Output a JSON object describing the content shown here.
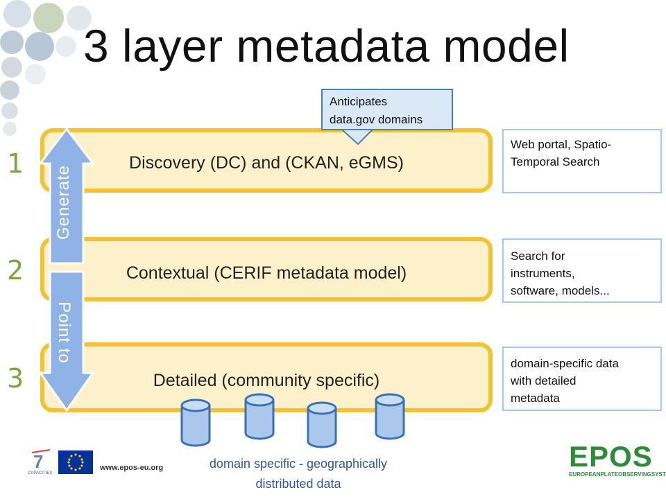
{
  "title": "3 layer metadata model",
  "layers": [
    {
      "number": "1",
      "label": "Discovery (DC) and (CKAN, eGMS)",
      "note": [
        "Web portal, Spatio-",
        "Temporal Search"
      ]
    },
    {
      "number": "2",
      "label": "Contextual (CERIF metadata model)",
      "note": [
        "Search for",
        "instruments,",
        "software, models..."
      ]
    },
    {
      "number": "3",
      "label": "Detailed (community specific)",
      "note": [
        "domain-specific data",
        "with detailed",
        "metadata"
      ]
    }
  ],
  "callout": [
    "Anticipates",
    "data.gov domains"
  ],
  "arrows": {
    "up": "Generate",
    "down": "Point to"
  },
  "footer": [
    "domain specific - geographically",
    "distributed data"
  ],
  "logos": {
    "url": "www.epos-eu.org",
    "fp7_caption": "CAPACITIES",
    "epos": "EPOS",
    "epos_sub": "EUROPEANPLATEOBSERVINGSYSTEM"
  },
  "colors": {
    "layer_fill": "#fdf1cc",
    "layer_border": "#f2c230",
    "arrow": "#8fb3e6",
    "number": "#77a73c",
    "cylinder": "#a9c8ec",
    "cylinder_border": "#3b6fb6"
  }
}
